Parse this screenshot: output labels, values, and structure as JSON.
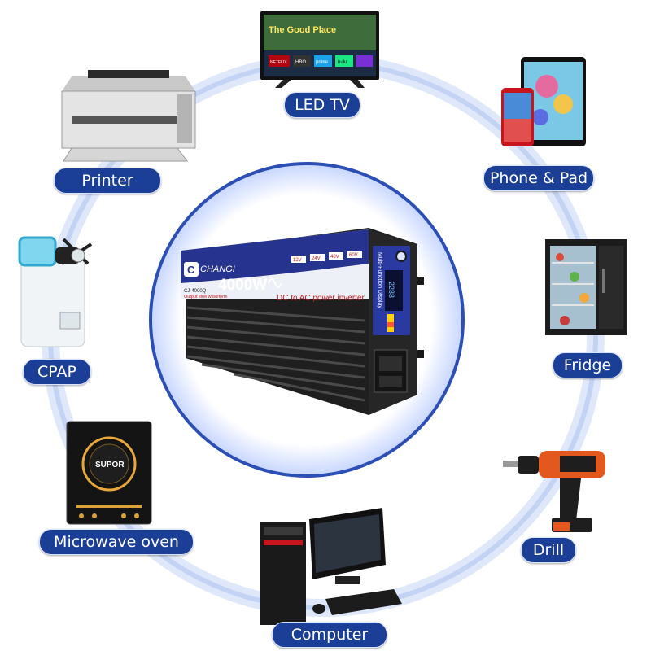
{
  "labels": {
    "tv": "LED TV",
    "phone_pad": "Phone & Pad",
    "fridge": "Fridge",
    "drill": "Drill",
    "computer": "Computer",
    "microwave": "Microwave oven",
    "cpap": "CPAP",
    "printer": "Printer"
  },
  "inverter": {
    "brand": "CHANGI",
    "power": "4000W",
    "model": "CJ-4000Q",
    "wave_note": "Output sine waveform",
    "caption": "DC to AC power inverter",
    "panel_title": "Multi-Function Display",
    "display_value": "2288",
    "indicators": [
      "12V",
      "24V",
      "48V",
      "60V"
    ]
  },
  "tv_screen": {
    "title": "The Good Place",
    "apps": [
      "NETFLIX",
      "HBO",
      "prime",
      "hulu"
    ]
  },
  "cooktop_brand": "SUPOR",
  "colors": {
    "pill": "#1b3f96",
    "ring": "#c9d8f7",
    "inner_ring": "#2c4fb5",
    "inverter_body": "#2a2a2a",
    "inverter_band": "#26338f"
  }
}
